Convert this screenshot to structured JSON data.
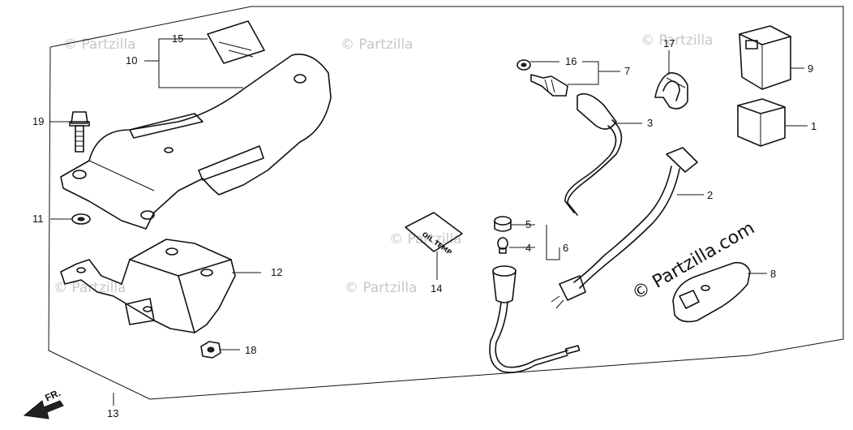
{
  "callouts": {
    "p1": "1",
    "p2": "2",
    "p3": "3",
    "p4": "4",
    "p5": "5",
    "p6": "6",
    "p7": "7",
    "p8": "8",
    "p9": "9",
    "p10": "10",
    "p11": "11",
    "p12": "12",
    "p13": "13",
    "p14": "14",
    "p15": "15",
    "p16": "16",
    "p17": "17",
    "p18": "18",
    "p19": "19"
  },
  "direction_label": "FR.",
  "decal_text": "OIL TEMP",
  "watermark": {
    "small": "© Partzilla",
    "large": "© Partzilla.com"
  },
  "colors": {
    "line": "#111111",
    "watermark": "#c8c8c8",
    "background": "#ffffff"
  }
}
